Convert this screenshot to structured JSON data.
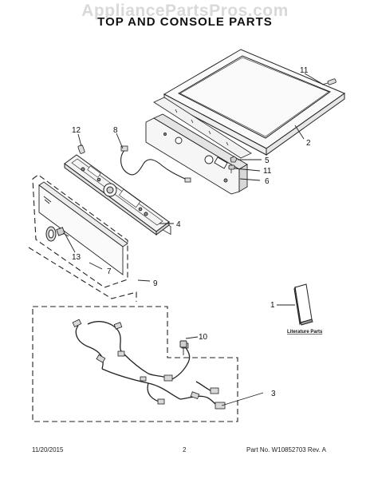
{
  "watermark": "AppliancePartsPros.com",
  "title": "TOP AND CONSOLE PARTS",
  "callouts": {
    "c1": "1",
    "c2": "2",
    "c3": "3",
    "c4": "4",
    "c5": "5",
    "c6": "6",
    "c7": "7",
    "c8": "8",
    "c9": "9",
    "c10": "10",
    "c11a": "11",
    "c11b": "11",
    "c12": "12",
    "c13": "13"
  },
  "literature_label": "Literature Parts",
  "footer": {
    "date": "11/20/2015",
    "page": "2",
    "part": "Part No.  W10852703   Rev.  A"
  }
}
